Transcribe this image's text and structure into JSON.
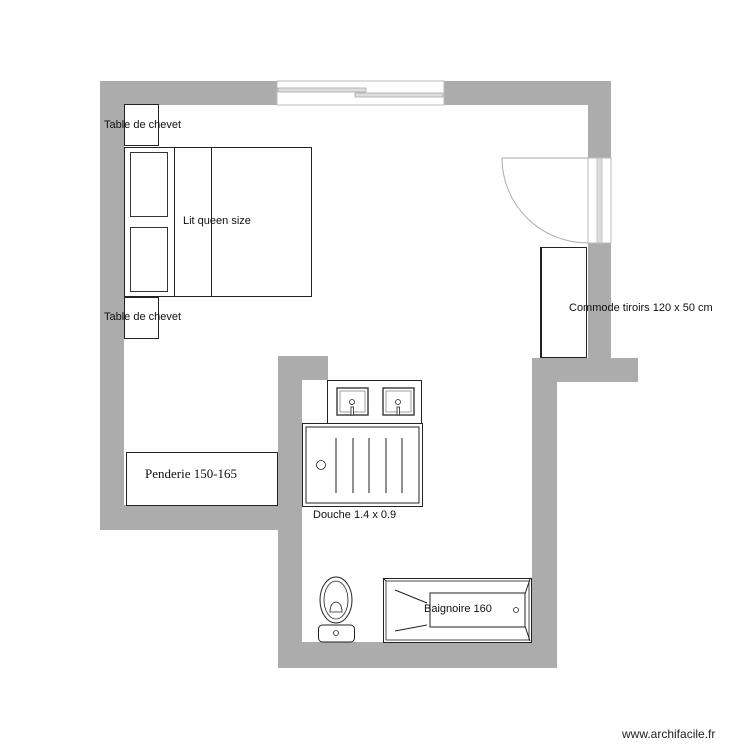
{
  "plan": {
    "wall_color": "#acacac",
    "line_color": "#222222",
    "rooms": [
      "bedroom",
      "bathroom"
    ]
  },
  "labels": {
    "nightstand_top": "Table de chevet",
    "nightstand_bottom": "Table de chevet",
    "bed": "Lit queen size",
    "dresser": "Commode tiroirs 120 x 50 cm",
    "wardrobe": "Penderie 150-165",
    "shower": "Douche 1.4 x 0.9",
    "bathtub": "Baignoire 160"
  },
  "footer": {
    "watermark": "www.archifacile.fr"
  }
}
